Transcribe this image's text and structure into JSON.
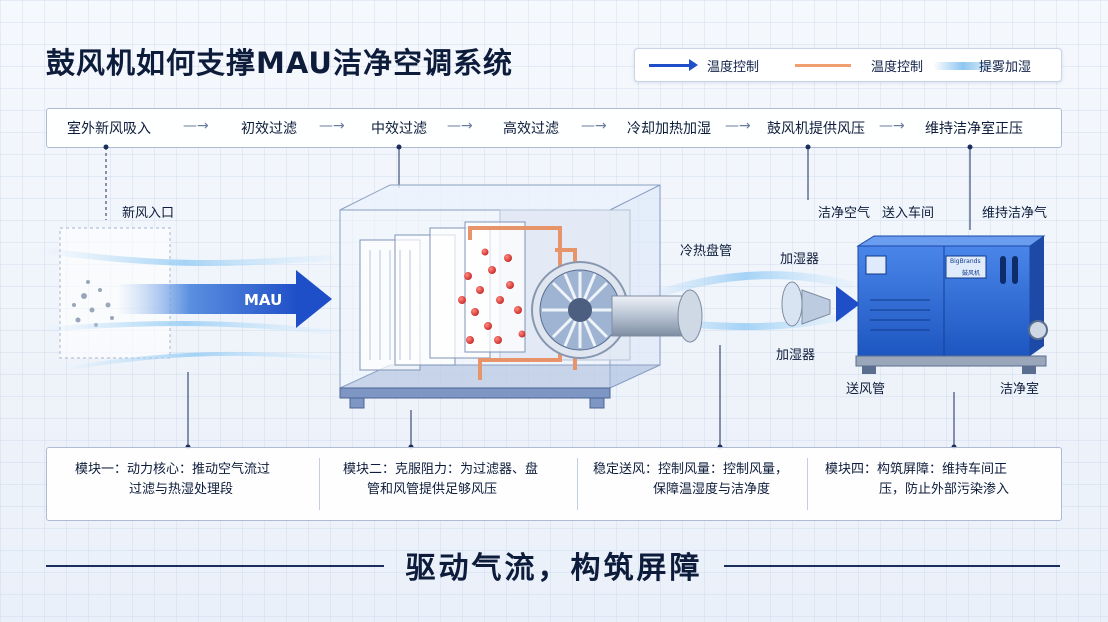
{
  "title": "鼓风机如何支撑MAU洁净空调系统",
  "legend": {
    "items": [
      {
        "label": "温度控制",
        "color": "#1f4fc8"
      },
      {
        "label": "温度控制",
        "color": "#f0a070"
      },
      {
        "label": "提雾加湿",
        "color": "#8ec6f0"
      }
    ]
  },
  "process": {
    "steps": [
      "室外新风吸入",
      "初效过滤",
      "中效过滤",
      "高效过滤",
      "冷却加热加湿",
      "鼓风机提供风压",
      "维持洁净室正压"
    ],
    "arrow": "—→"
  },
  "diagram": {
    "inlet_label": "新风入口",
    "mau_label": "MAU",
    "coil_label": "冷热盘管",
    "humidifier_top": "加湿器",
    "humidifier_bottom": "加湿器",
    "clean_air_label": "洁净空气",
    "to_workshop_label": "送入车间",
    "keep_clean_label": "维持洁净气",
    "duct_label": "送风管",
    "cleanroom_label": "洁净室",
    "cabinet_brand": "BigBrands",
    "cabinet_brand_cn": "鼓风机"
  },
  "modules": [
    {
      "line1": "模块一：动力核心：推动空气流过",
      "line2": "过滤与热湿处理段"
    },
    {
      "line1": "模块二：克服阻力：为过滤器、盘",
      "line2": "管和风管提供足够风压"
    },
    {
      "line1": "稳定送风：控制风量：控制风量，",
      "line2": "保障温湿度与洁净度"
    },
    {
      "line1": "模块四：构筑屏障：维持车间正",
      "line2": "压，防止外部污染渗入"
    }
  ],
  "slogan": "驱动气流，构筑屏障",
  "colors": {
    "accent": "#1f4fc8",
    "orange": "#f0a070",
    "mist": "#8ec6f0",
    "cabinet": "#2e6fd8",
    "dark": "#0d1c3a"
  }
}
